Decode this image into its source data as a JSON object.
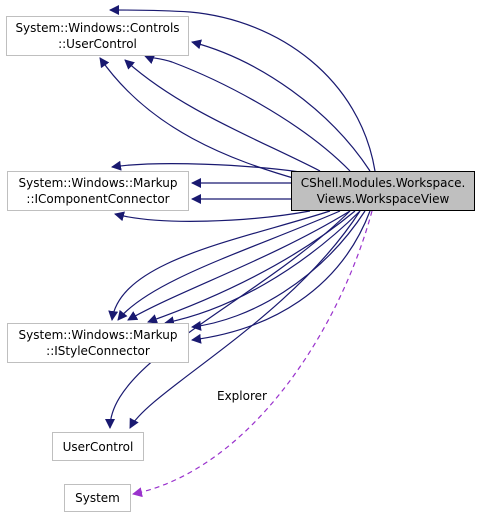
{
  "nodes": {
    "user_control_ns": {
      "line1": "System::Windows::Controls",
      "line2": "::UserControl"
    },
    "icomponent_connector": {
      "line1": "System::Windows::Markup",
      "line2": "::IComponentConnector"
    },
    "istyle_connector": {
      "line1": "System::Windows::Markup",
      "line2": "::IStyleConnector"
    },
    "user_control": {
      "label": "UserControl"
    },
    "system": {
      "label": "System"
    },
    "workspace_view": {
      "line1": "CShell.Modules.Workspace.",
      "line2": "Views.WorkspaceView"
    }
  },
  "edge_labels": {
    "explorer": "Explorer"
  },
  "colors": {
    "inheritance_edge": "#191970",
    "usage_edge": "#9a32cd",
    "main_fill": "#bfbfbf",
    "node_border": "#bfbfbf"
  }
}
